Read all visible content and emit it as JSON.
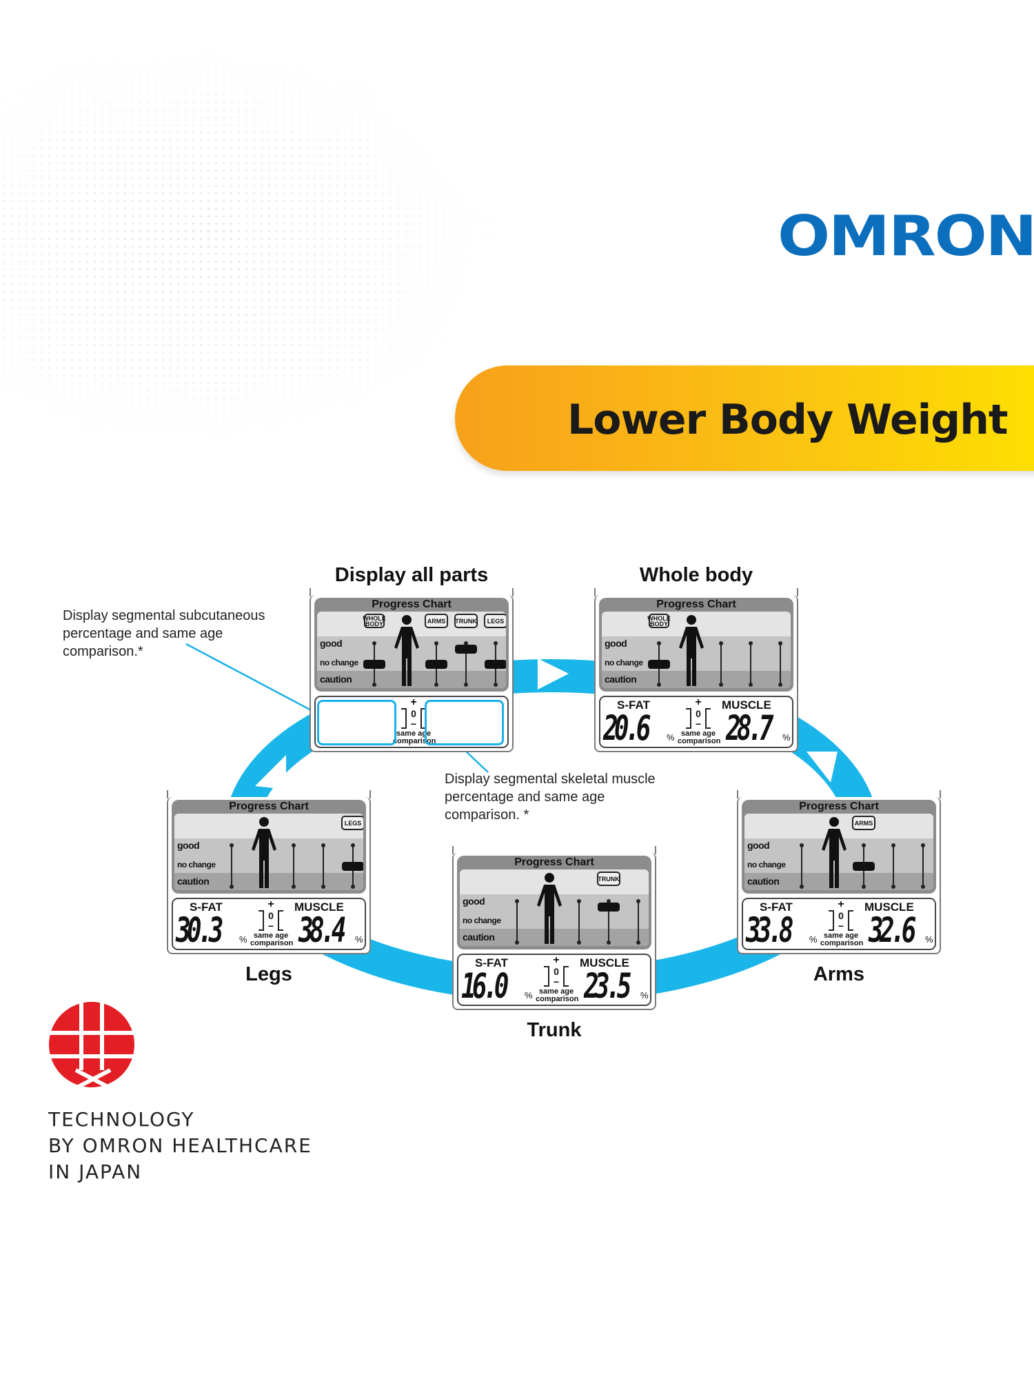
{
  "brand": {
    "logo": "OMRON",
    "color": "#0b6fbe"
  },
  "banner": {
    "title": "Lower Body Weight",
    "gradient": [
      "#f7a11a",
      "#fde000"
    ]
  },
  "accent_color": "#1ab6ea",
  "notes": {
    "subcutaneous": "Display segmental subcutaneous percentage and same age comparison.*",
    "skeletal": "Display segmental skeletal muscle percentage and same age comparison. *"
  },
  "common": {
    "chart_title": "Progress Chart",
    "good": "good",
    "no_change": "no change",
    "caution": "caution",
    "s_fat": "S-FAT",
    "muscle": "MUSCLE",
    "plus": "+",
    "zero": "0",
    "minus": "−",
    "pct": "%",
    "same_age": "same age",
    "comparison": "comparison"
  },
  "panels": [
    {
      "id": "display-all-parts",
      "title": "Display all parts",
      "title_pos": "top",
      "tags": [
        {
          "col": 0,
          "text": "WHOLE BODY"
        },
        {
          "col": 1,
          "text": "ARMS"
        },
        {
          "col": 2,
          "text": "TRUNK"
        },
        {
          "col": 3,
          "text": "LEGS"
        }
      ],
      "marker_levels": [
        0.5,
        0.5,
        0.1,
        0.5
      ],
      "s_fat_value": null,
      "muscle_value": null
    },
    {
      "id": "whole-body",
      "title": "Whole body",
      "title_pos": "top",
      "tags": [
        {
          "col": 0,
          "text": "WHOLE BODY"
        }
      ],
      "marker_levels": [
        0.5,
        null,
        null,
        null
      ],
      "s_fat_value": "20.6",
      "muscle_value": "28.7"
    },
    {
      "id": "legs",
      "title": "Legs",
      "title_pos": "bottom",
      "tags": [
        {
          "col": 3,
          "text": "LEGS"
        }
      ],
      "marker_levels": [
        null,
        null,
        null,
        0.5
      ],
      "s_fat_value": "30.3",
      "muscle_value": "38.4"
    },
    {
      "id": "trunk",
      "title": "Trunk",
      "title_pos": "bottom",
      "tags": [
        {
          "col": 2,
          "text": "TRUNK"
        }
      ],
      "marker_levels": [
        null,
        null,
        0.1,
        null
      ],
      "s_fat_value": "16.0",
      "muscle_value": "23.5"
    },
    {
      "id": "arms",
      "title": "Arms",
      "title_pos": "bottom",
      "tags": [
        {
          "col": 1,
          "text": "ARMS"
        }
      ],
      "marker_levels": [
        null,
        0.5,
        null,
        null
      ],
      "s_fat_value": "33.8",
      "muscle_value": "32.6"
    }
  ],
  "technology": {
    "line1": "TECHNOLOGY",
    "line2": "BY OMRON HEALTHCARE",
    "line3": "IN JAPAN",
    "seal_color": "#e31e24"
  }
}
